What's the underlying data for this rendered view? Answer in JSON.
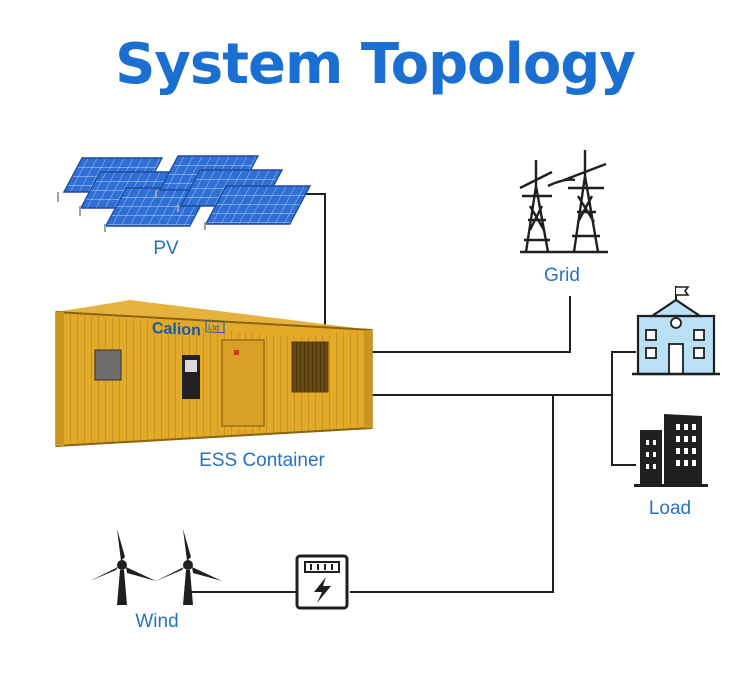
{
  "title": "System Topology",
  "colors": {
    "title": "#1a6fd0",
    "label": "#2672c0",
    "line": "#1f1f1f",
    "container": "#e2aa28",
    "container_dark": "#b9861a",
    "panel": "#2f6fd6",
    "building": "#b9e0f5",
    "icon": "#1f1f1f"
  },
  "labels": {
    "pv": "PV",
    "grid": "Grid",
    "ess": "ESS Container",
    "load": "Load",
    "wind": "Wind"
  },
  "container_brand": "Calion",
  "container_brand_suffix": "Ltd"
}
